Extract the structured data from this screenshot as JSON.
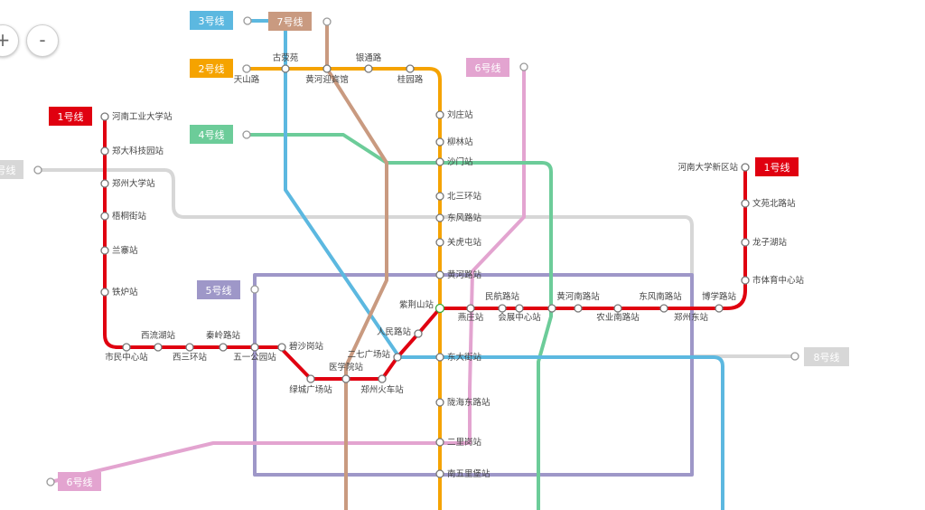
{
  "zoom": {
    "in_label": "+",
    "out_label": "-"
  },
  "lines": {
    "l1": {
      "name": "1号线",
      "color": "#e00010"
    },
    "l2": {
      "name": "2号线",
      "color": "#f5a300"
    },
    "l3": {
      "name": "3号线",
      "color": "#5cb8e0"
    },
    "l4": {
      "name": "4号线",
      "color": "#6ccc99"
    },
    "l5": {
      "name": "5号线",
      "color": "#9e97c8"
    },
    "l6": {
      "name": "6号线",
      "color": "#e3a4d0"
    },
    "l7": {
      "name": "7号线",
      "color": "#c99a80"
    },
    "l8": {
      "name": "8号线",
      "color": "#d7d7d7"
    }
  },
  "stations": {
    "s01": "河南工业大学站",
    "s02": "郑大科技园站",
    "s03": "郑州大学站",
    "s04": "梧桐街站",
    "s05": "兰寨站",
    "s06": "铁炉站",
    "s07": "市民中心站",
    "s08": "西流湖站",
    "s09": "西三环站",
    "s10": "秦岭路站",
    "s11": "五一公园站",
    "s12": "碧沙岗站",
    "s13": "绿城广场站",
    "s14": "医学院站",
    "s15": "郑州火车站",
    "s16": "二七广场站",
    "s17": "人民路站",
    "s18": "紫荆山站",
    "s19": "燕庄站",
    "s20": "民航路站",
    "s21": "会展中心站",
    "s22": "黄河南路站",
    "s23": "农业南路站",
    "s24": "东风南路站",
    "s25": "郑州东站",
    "s26": "博学路站",
    "s27": "市体育中心站",
    "s28": "龙子湖站",
    "s29": "文苑北路站",
    "s30": "河南大学新区站",
    "s31": "刘庄站",
    "s32": "柳林站",
    "s33": "沙门站",
    "s34": "北三环站",
    "s35": "东风路站",
    "s36": "关虎屯站",
    "s37": "黄河路站",
    "s38": "东大街站",
    "s39": "陇海东路站",
    "s40": "二里岗站",
    "s41": "南五里堡站",
    "s42": "天山路",
    "s43": "古荥苑",
    "s44": "黄河迎宾馆",
    "s45": "银通路",
    "s46": "桂园路"
  }
}
